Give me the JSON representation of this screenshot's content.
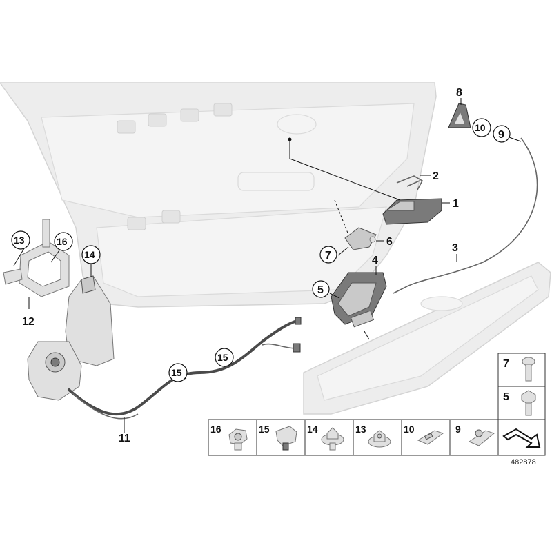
{
  "callouts": [
    {
      "id": "c1",
      "number": "1"
    },
    {
      "id": "c2",
      "number": "2"
    },
    {
      "id": "c3",
      "number": "3"
    },
    {
      "id": "c4",
      "number": "4"
    },
    {
      "id": "c5",
      "number": "5"
    },
    {
      "id": "c6",
      "number": "6"
    },
    {
      "id": "c7",
      "number": "7"
    },
    {
      "id": "c8",
      "number": "8"
    },
    {
      "id": "c9",
      "number": "9"
    },
    {
      "id": "c10",
      "number": "10"
    },
    {
      "id": "c11",
      "number": "11"
    },
    {
      "id": "c12",
      "number": "12"
    },
    {
      "id": "c13",
      "number": "13"
    },
    {
      "id": "c14",
      "number": "14"
    },
    {
      "id": "c15a",
      "number": "15"
    },
    {
      "id": "c15b",
      "number": "15"
    },
    {
      "id": "c16",
      "number": "16"
    }
  ],
  "fastener_table": {
    "bottom_row": [
      "16",
      "15",
      "14",
      "13",
      "10",
      "9"
    ],
    "side_column": [
      "7",
      "5"
    ]
  },
  "reference_number": "482878"
}
